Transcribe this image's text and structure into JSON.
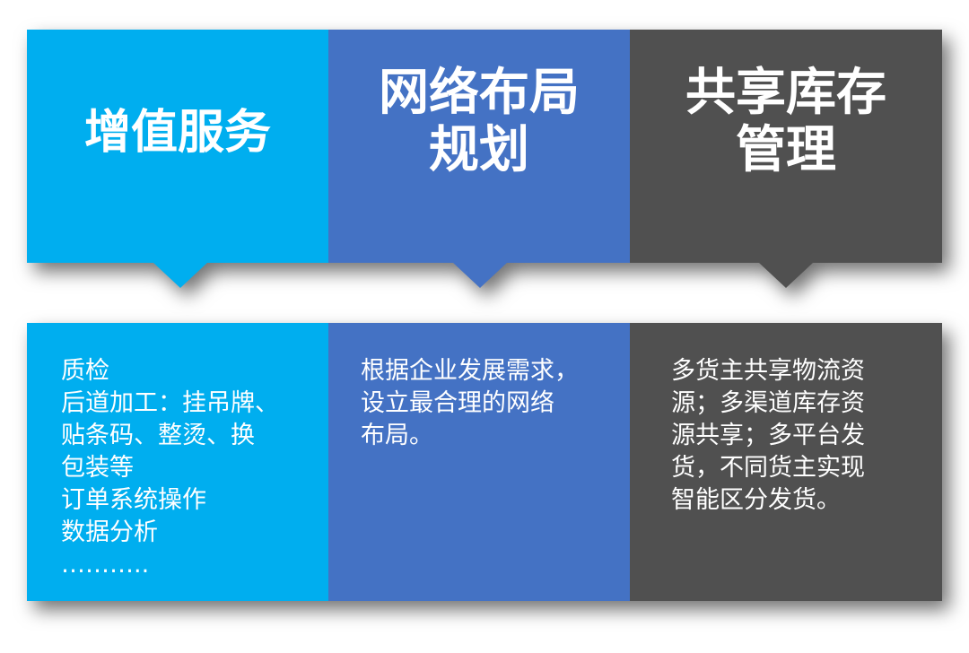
{
  "columns": [
    {
      "title_lines": [
        "增值服务"
      ],
      "body_lines": [
        "质检",
        "后道加工：挂吊牌、",
        "贴条码、整烫、换",
        "包装等",
        "订单系统操作",
        "数据分析",
        "……….."
      ],
      "color": "#00aeef"
    },
    {
      "title_lines": [
        "网络布局",
        "规划"
      ],
      "body_lines": [
        "根据企业发展需求，",
        "设立最合理的网络",
        "布局。"
      ],
      "color": "#4472c4"
    },
    {
      "title_lines": [
        "共享库存",
        "管理"
      ],
      "body_lines": [
        "多货主共享物流资",
        "源；多渠道库存资",
        "源共享；多平台发",
        "货，不同货主实现",
        "智能区分发货。"
      ],
      "color": "#505050"
    }
  ]
}
